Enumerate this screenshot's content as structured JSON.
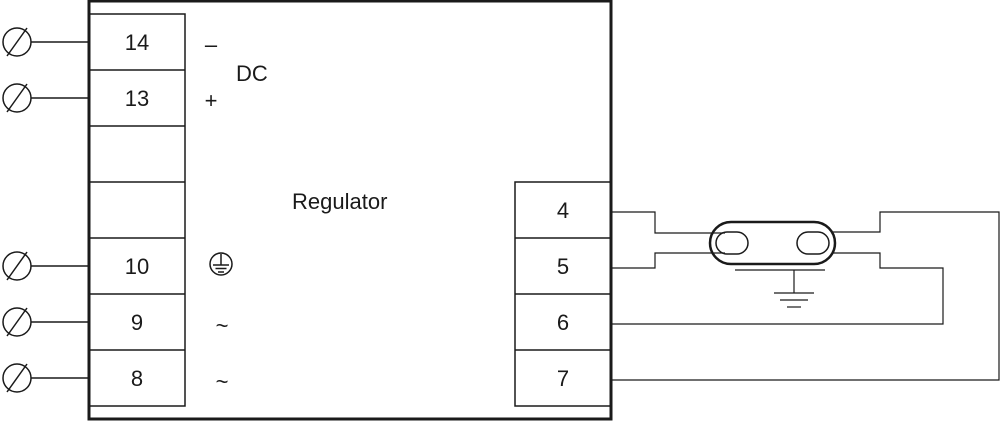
{
  "box": {
    "label": "Regulator"
  },
  "dc": {
    "label": "DC",
    "minus": "–",
    "plus": "+"
  },
  "left_terminals": [
    "14",
    "13",
    "",
    "",
    "10",
    "9",
    "8"
  ],
  "left_symbols": [
    "",
    "",
    "",
    "",
    "",
    "~",
    "~"
  ],
  "right_terminals": [
    "4",
    "5",
    "6",
    "7"
  ]
}
